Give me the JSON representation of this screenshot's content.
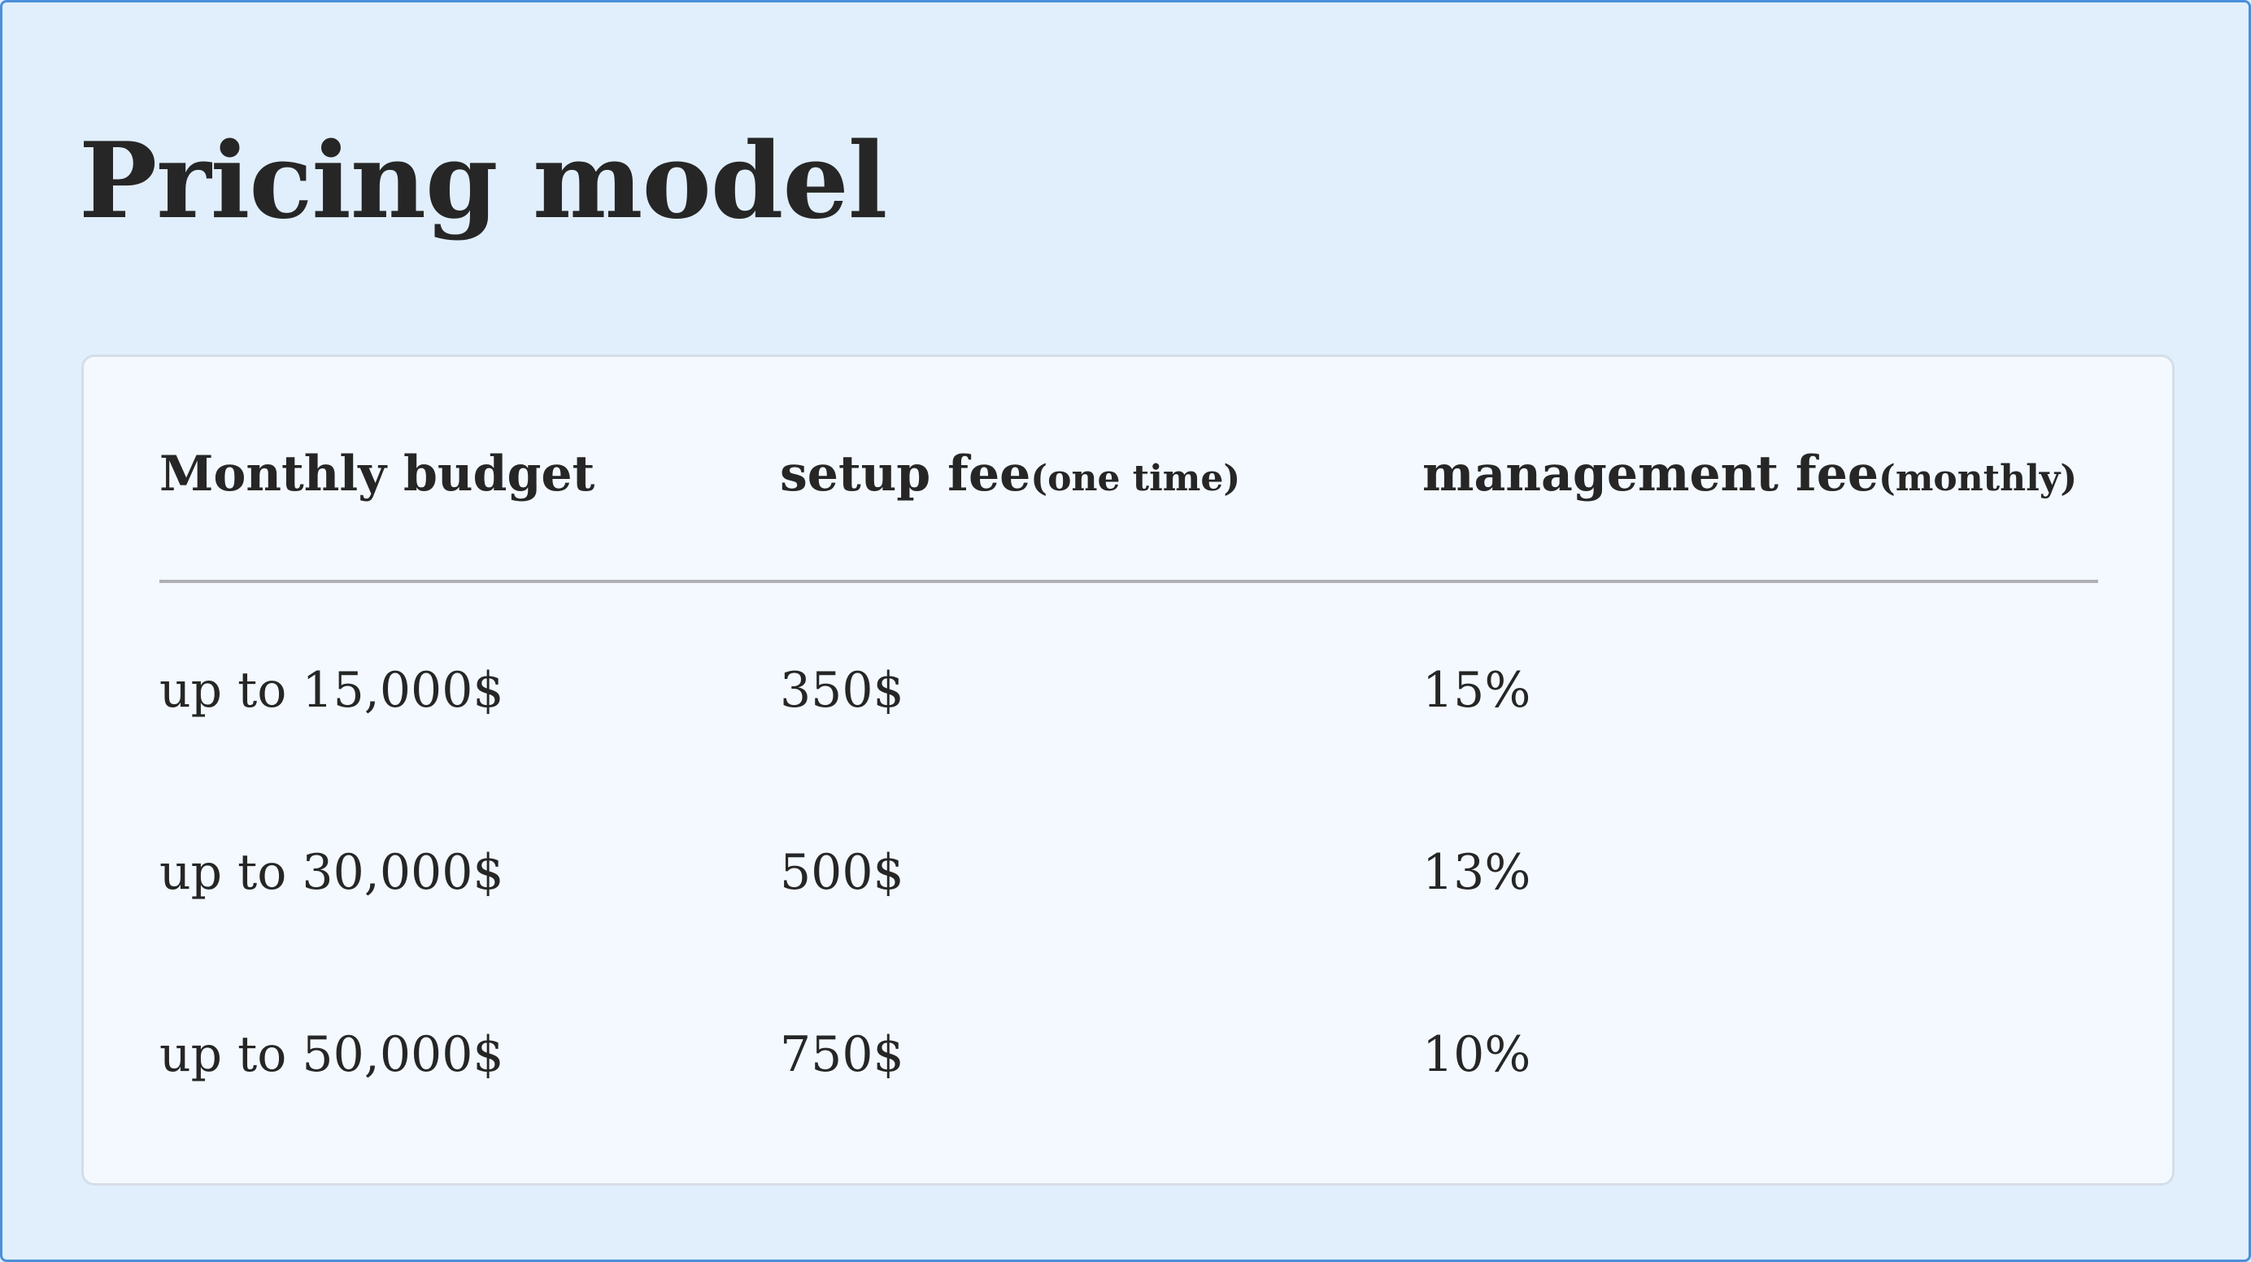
{
  "title": "Pricing model",
  "table": {
    "headers": [
      {
        "label": "Monthly budget",
        "sub": ""
      },
      {
        "label": "setup fee",
        "sub": "(one time)"
      },
      {
        "label": "management fee",
        "sub": "(monthly)"
      }
    ],
    "rows": [
      {
        "budget": "up to 15,000$",
        "setup": "350$",
        "management": "15%"
      },
      {
        "budget": "up to 30,000$",
        "setup": "500$",
        "management": "13%"
      },
      {
        "budget": "up to 50,000$",
        "setup": "750$",
        "management": "10%"
      }
    ]
  },
  "colors": {
    "background": "#e1effd",
    "card": "#f3f9fe",
    "border": "#4a90d9",
    "text": "#262626"
  }
}
